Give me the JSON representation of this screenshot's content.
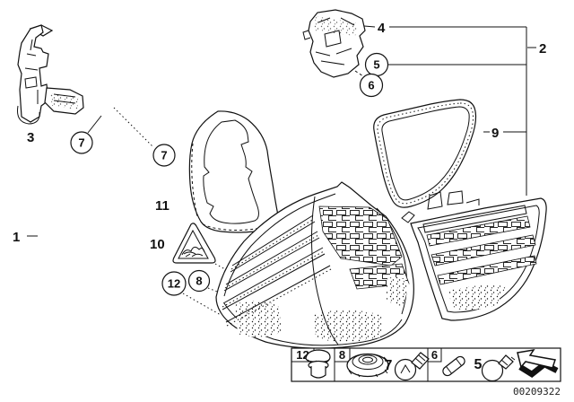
{
  "figure": {
    "kind": "exploded-parts-diagram",
    "subject": "rear light / tail lamp assembly",
    "doc_number": "00209322",
    "colors": {
      "ink": "#111111",
      "paper": "#ffffff"
    }
  },
  "labels": {
    "part1": "1",
    "part2": "2",
    "part3": "3",
    "part4": "4",
    "part9": "9",
    "part10": "10",
    "part11": "11"
  },
  "callouts": {
    "c7a": "7",
    "c7b": "7",
    "c5": "5",
    "c6": "6",
    "c12": "12",
    "c8": "8"
  },
  "legend": {
    "cells": [
      {
        "number": "12",
        "icon": "grommet-nut-icon"
      },
      {
        "number": "8",
        "icon": "flange-nut-icon"
      },
      {
        "number": "7",
        "icon": "bulb-socket-icon"
      },
      {
        "number": "6",
        "icon": "festoon-bulb-icon"
      },
      {
        "number": "5",
        "icon": "bulb-icon"
      },
      {
        "number": "",
        "icon": "replacement-arrow-icon"
      }
    ]
  }
}
